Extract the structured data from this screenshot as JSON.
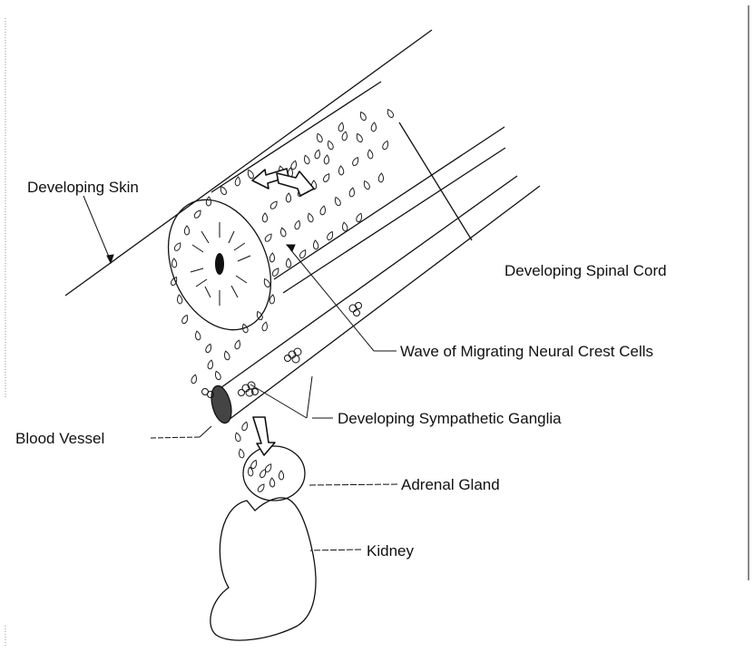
{
  "figure": {
    "labels": {
      "developing_skin": "Developing Skin",
      "developing_spinal_cord": "Developing Spinal Cord",
      "wave_of_migrating_neural_crest_cells": "Wave of Migrating Neural Crest Cells",
      "developing_sympathetic_ganglia": "Developing Sympathetic Ganglia",
      "blood_vessel": "Blood Vessel",
      "adrenal_gland": "Adrenal Gland",
      "kidney": "Kidney"
    }
  }
}
